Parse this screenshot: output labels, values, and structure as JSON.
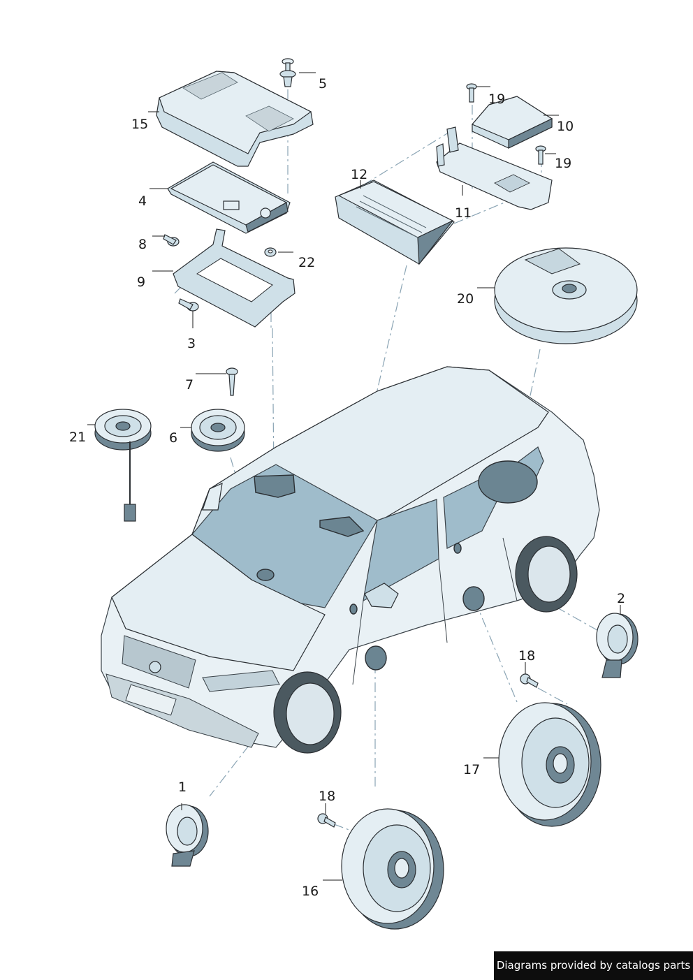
{
  "labels": {
    "l1": "1",
    "l2": "2",
    "l3": "3",
    "l4": "4",
    "l5": "5",
    "l6": "6",
    "l7": "7",
    "l8": "8",
    "l9": "9",
    "l10": "10",
    "l11": "11",
    "l12": "12",
    "l15": "15",
    "l16": "16",
    "l17": "17",
    "l18a": "18",
    "l18b": "18",
    "l19a": "19",
    "l19b": "19",
    "l20": "20",
    "l21": "21",
    "l22": "22"
  },
  "footer": {
    "credit": "Diagrams provided by catalogs parts"
  }
}
